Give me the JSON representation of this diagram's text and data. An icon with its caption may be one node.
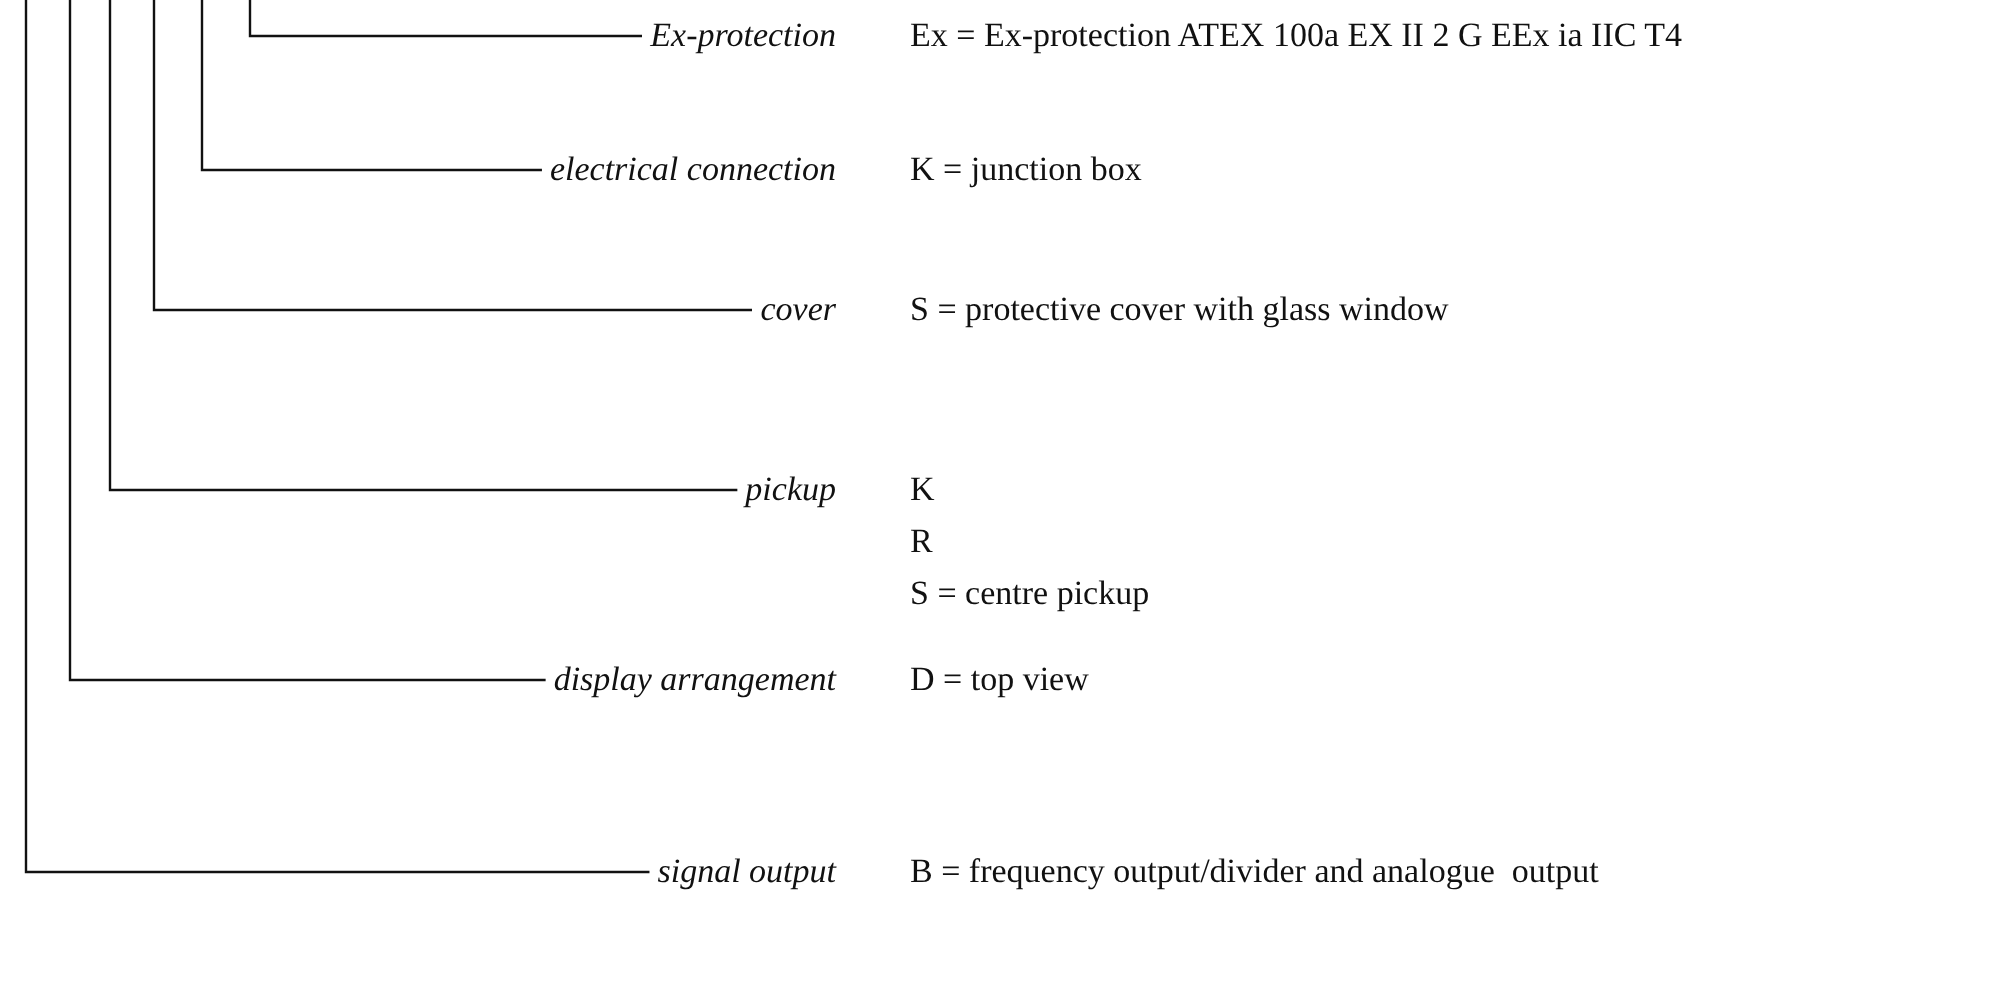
{
  "diagram": {
    "nodes": [
      {
        "text": [
          "Ex-protection"
        ],
        "beside": [
          "Ex = Ex-protection ATEX 100a EX II 2 G EEx ia IIC T4"
        ]
      },
      {
        "text": [
          "electrical connection"
        ],
        "beside": [
          "K = junction box"
        ]
      },
      {
        "text": [
          "cover"
        ],
        "beside": [
          "S = protective cover with glass window"
        ]
      },
      {
        "text": [
          "pickup"
        ],
        "beside": [
          "K",
          "R",
          "S = centre pickup"
        ]
      },
      {
        "text": [
          "display arrangement"
        ],
        "beside": [
          "D = top view"
        ]
      },
      {
        "text": [
          "signal output"
        ],
        "beside": [
          "B = frequency output/divider and analogue  output"
        ]
      }
    ],
    "edges": [
      {
        "from": null,
        "to": 0,
        "arrow": "none"
      },
      {
        "from": null,
        "to": 1,
        "arrow": "none"
      },
      {
        "from": null,
        "to": 2,
        "arrow": "none"
      },
      {
        "from": null,
        "to": 3,
        "arrow": "none"
      },
      {
        "from": null,
        "to": 4,
        "arrow": "none"
      },
      {
        "from": null,
        "to": 5,
        "arrow": "none"
      }
    ]
  }
}
